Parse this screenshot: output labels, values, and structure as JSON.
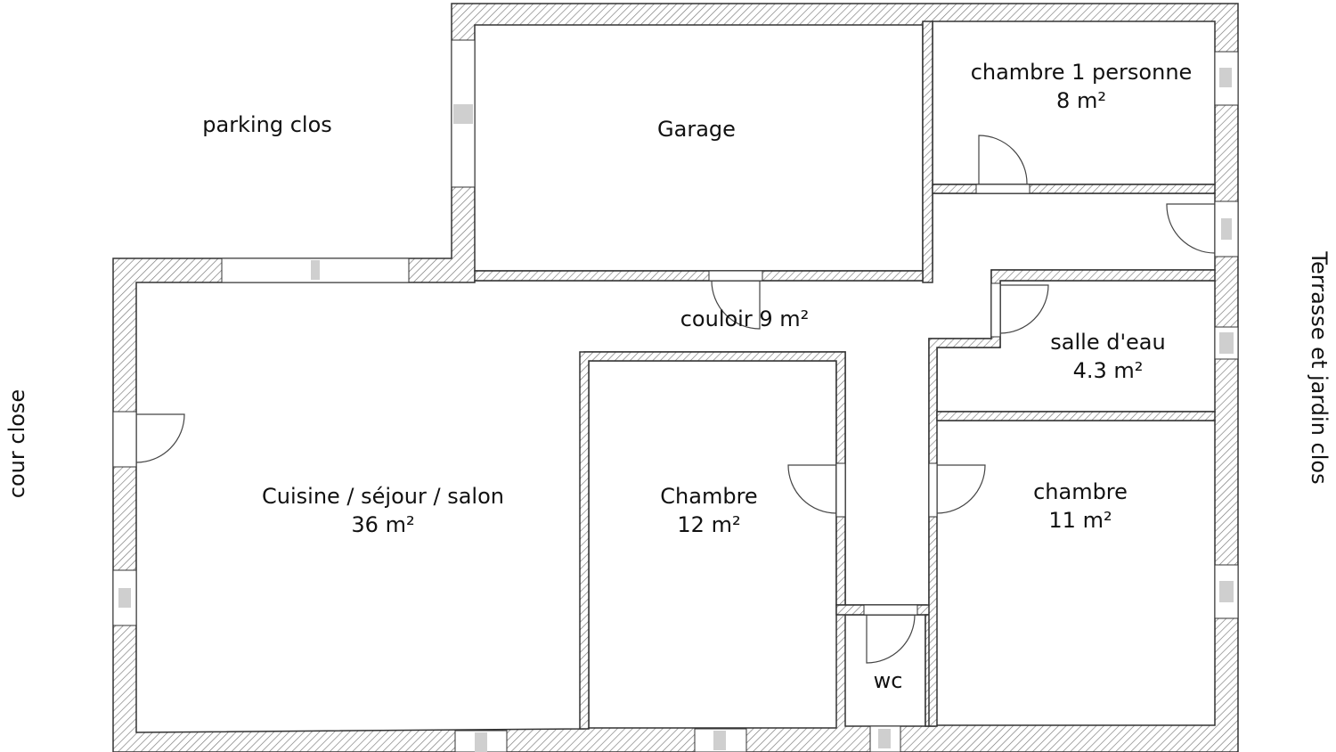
{
  "plan": {
    "outside_labels": {
      "parking": "parking clos",
      "cour": "cour close",
      "terrasse": "Terrasse et jardin clos"
    },
    "rooms": [
      {
        "id": "garage",
        "name": "Garage",
        "area": ""
      },
      {
        "id": "chambre1p",
        "name": "chambre 1 personne",
        "area": "8 m²"
      },
      {
        "id": "couloir",
        "name": "couloir 9 m²",
        "area": ""
      },
      {
        "id": "salle_eau",
        "name": "salle d'eau",
        "area": "4.3 m²"
      },
      {
        "id": "sejour",
        "name": "Cuisine / séjour / salon",
        "area": "36 m²"
      },
      {
        "id": "chambre12",
        "name": "Chambre",
        "area": "12 m²"
      },
      {
        "id": "chambre11",
        "name": "chambre",
        "area": "11 m²"
      },
      {
        "id": "wc",
        "name": "wc",
        "area": ""
      }
    ],
    "colors": {
      "wall_line": "#333333",
      "hatch": "#555555",
      "glass": "#cfcfcf",
      "background": "#ffffff"
    }
  }
}
